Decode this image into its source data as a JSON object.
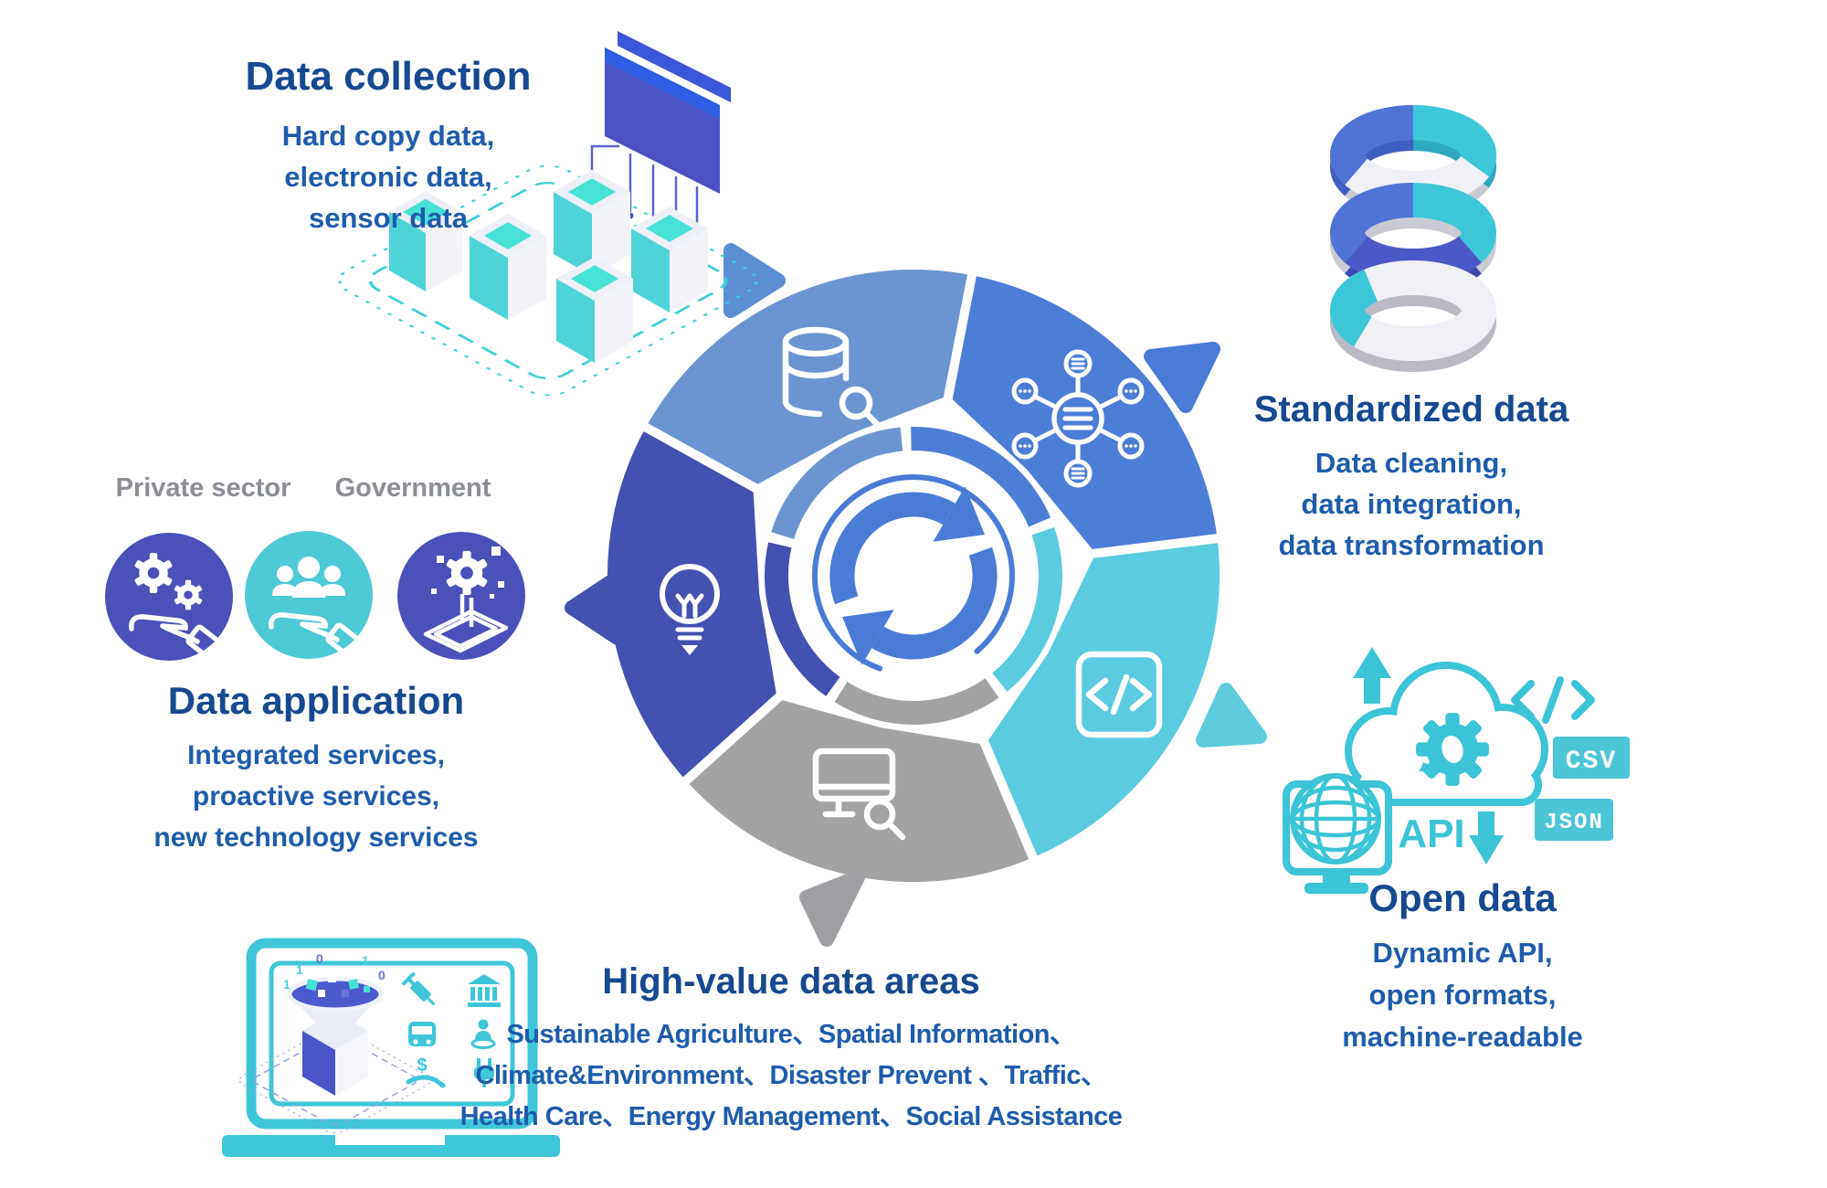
{
  "sections": {
    "data_collection": {
      "title": "Data collection",
      "lines": [
        "Hard copy data,",
        "electronic data,",
        "sensor data"
      ]
    },
    "standardized_data": {
      "title": "Standardized data",
      "lines": [
        "Data cleaning,",
        "data integration,",
        "data transformation"
      ]
    },
    "open_data": {
      "title": "Open data",
      "lines": [
        "Dynamic API,",
        "open formats,",
        "machine-readable"
      ],
      "labels": {
        "api": "API",
        "csv": "CSV",
        "json": "JSON"
      }
    },
    "high_value_data_areas": {
      "title": "High-value data areas",
      "lines": [
        "Sustainable Agriculture、Spatial Information、",
        "Climate&Environment、Disaster Prevent 、Traffic、",
        "Health Care、Energy Management、Social Assistance"
      ]
    },
    "data_application": {
      "title": "Data application",
      "lines": [
        "Integrated services,",
        "proactive services,",
        "new technology services"
      ],
      "actors": [
        "Private sector",
        "Government"
      ]
    }
  },
  "decor": {
    "binary_bits": [
      "1",
      "0",
      "1",
      "0",
      "1"
    ],
    "money_glyph": "$"
  },
  "colors": {
    "title_text": "#16498f",
    "body_text": "#1e5cab",
    "muted_label": "#8b8e95",
    "wheel_light_blue": "#6a95d1",
    "wheel_blue": "#4d7ed6",
    "wheel_cyan": "#5bcbdf",
    "wheel_gray": "#a3a3a6",
    "wheel_indigo": "#4351b0",
    "center_arrows": "#4a7cd5",
    "teal": "#3fc6d9",
    "indigo": "#4a52c4",
    "badge_teal": "#4cc6d7",
    "cube_teal": "#47e1d6"
  }
}
